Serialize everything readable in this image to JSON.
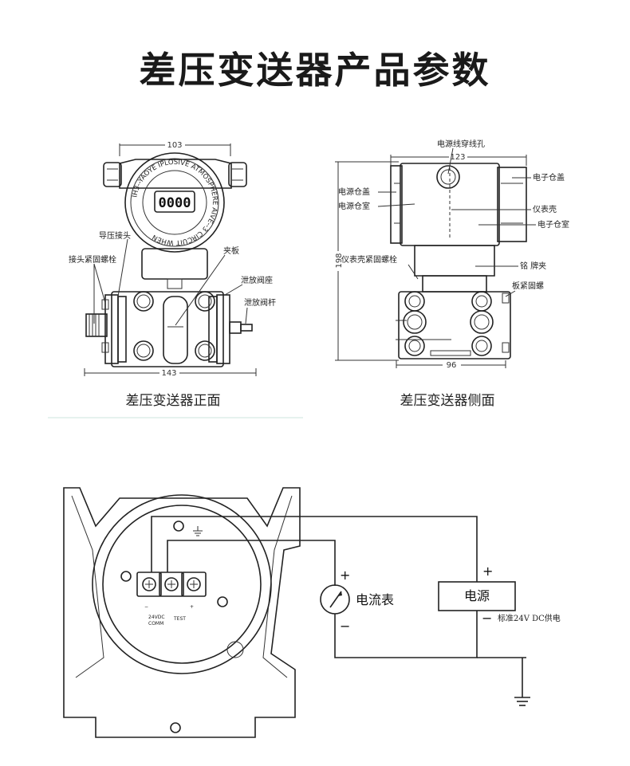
{
  "title": "差压变送器产品参数",
  "front": {
    "caption": "差压变送器正面",
    "dim_top": "103",
    "dim_bottom": "143",
    "display": "0000",
    "ring_text": "IH3--YAOYE  IPLOSIVE  ATMOSPHERE  AIVE--3  CIRCUIT  WHEN",
    "labels": {
      "pressure_connector": "导压接头",
      "connector_bolt": "接头紧固螺栓",
      "clamp_plate": "夹板",
      "drain_seat": "泄放阀座",
      "drain_rod": "泄放阀杆"
    }
  },
  "side": {
    "caption": "差压变送器侧面",
    "dim_top": "123",
    "dim_left": "198",
    "dim_bottom": "96",
    "labels": {
      "cable_hole": "电源线穿线孔",
      "power_cover": "电源仓盖",
      "power_chamber": "电源仓室",
      "electronic_cover": "电子仓盖",
      "housing": "仪表壳",
      "electronic_chamber": "电子仓室",
      "housing_bolt": "仪表壳紧固螺栓",
      "nameplate": "铭 牌夹",
      "plate_bolt": "板紧固螺"
    }
  },
  "wiring": {
    "ammeter": "电流表",
    "power": "电源",
    "power_note": "标准24V DC供电",
    "plus": "+",
    "minus": "−",
    "terminal_left": "24VDC",
    "terminal_left2": "COMM",
    "terminal_right": "TEST",
    "term_minus": "−",
    "term_plus": "+"
  }
}
